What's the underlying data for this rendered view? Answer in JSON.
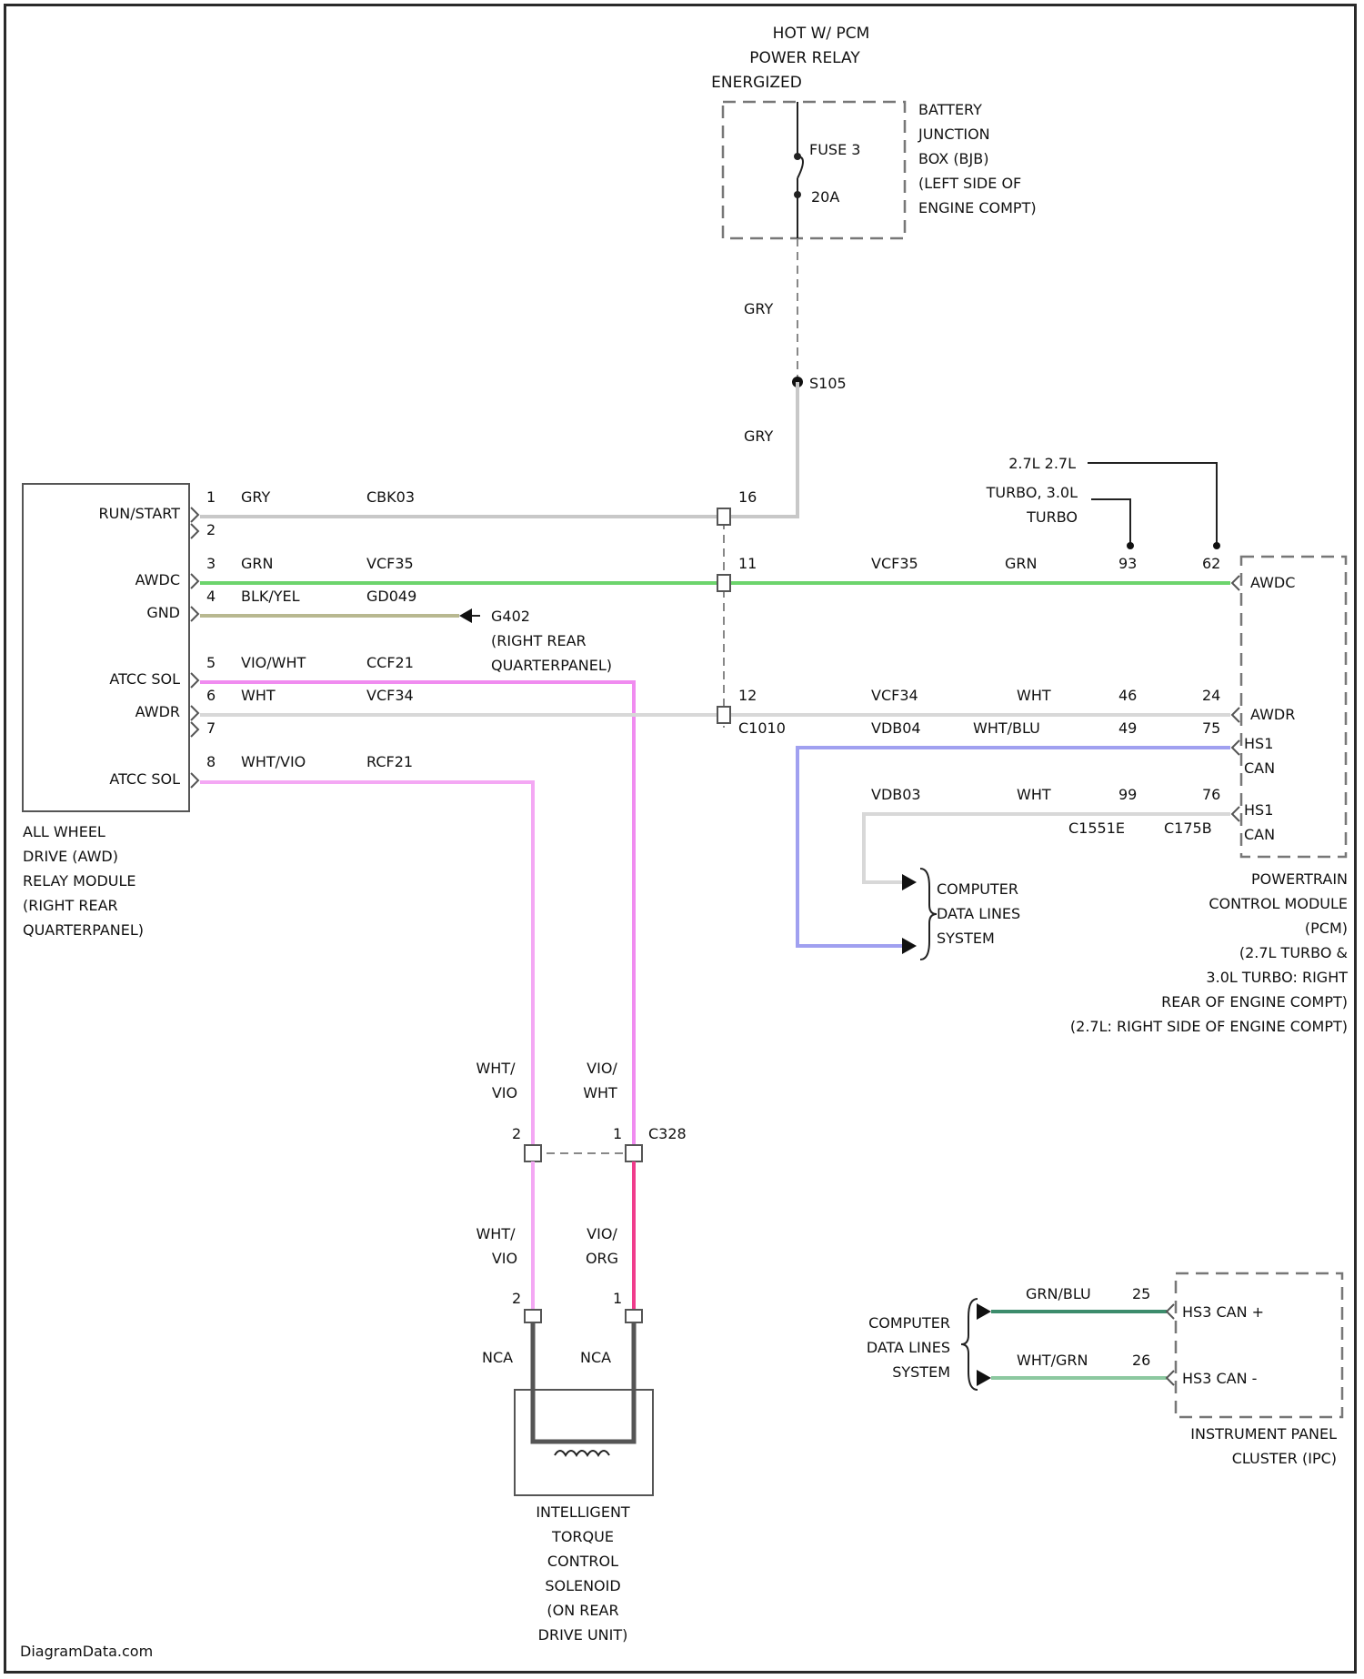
{
  "colors": {
    "gry": "#c8c8c8",
    "grn": "#6cd46c",
    "blk_yel": "#b8b890",
    "vio_wht": "#f08cf0",
    "vio_org": "#f03c8c",
    "wht_vio": "#f4a8f4",
    "wht_blu": "#a0a0f0",
    "wht": "#d8d8d8",
    "grn_blu": "#3c8c6c",
    "wht_grn": "#8cc8a0",
    "solenoid_leg": "#555555"
  },
  "power": {
    "label_lines": [
      "HOT W/ PCM",
      "POWER RELAY",
      "ENERGIZED"
    ],
    "fuse_label": "FUSE 3",
    "fuse_rating": "20A",
    "bjb_lines": [
      "BATTERY",
      "JUNCTION",
      "BOX (BJB)",
      "(LEFT SIDE OF",
      "ENGINE COMPT)"
    ],
    "wire_upper": "GRY",
    "splice": "S105",
    "wire_lower": "GRY"
  },
  "awd_module": {
    "name_lines": [
      "ALL WHEEL",
      "DRIVE (AWD)",
      "RELAY MODULE",
      "(RIGHT REAR",
      "QUARTERPANEL)"
    ],
    "pins": [
      {
        "label": "RUN/START",
        "num": "1",
        "wire": "GRY",
        "circuit": "CBK03"
      },
      {
        "label": "",
        "num": "2",
        "wire": "",
        "circuit": ""
      },
      {
        "label": "AWDC",
        "num": "3",
        "wire": "GRN",
        "circuit": "VCF35"
      },
      {
        "label": "GND",
        "num": "4",
        "wire": "BLK/YEL",
        "circuit": "GD049"
      },
      {
        "label": "ATCC SOL",
        "num": "5",
        "wire": "VIO/WHT",
        "circuit": "CCF21"
      },
      {
        "label": "AWDR",
        "num": "6",
        "wire": "WHT",
        "circuit": "VCF34"
      },
      {
        "label": "",
        "num": "7",
        "wire": "",
        "circuit": ""
      },
      {
        "label": "ATCC SOL",
        "num": "8",
        "wire": "WHT/VIO",
        "circuit": "RCF21"
      }
    ]
  },
  "ground": {
    "name": "G402",
    "location_lines": [
      "(RIGHT REAR",
      "QUARTERPANEL)"
    ]
  },
  "inline_connector": {
    "pin_a": "16",
    "pin_b": "11",
    "pin_c": "12",
    "name": "C1010"
  },
  "pcm_circuits": {
    "awdc": {
      "circuit": "VCF35",
      "wire": "GRN",
      "pin_a": "93",
      "pin_b": "62",
      "label": "AWDC"
    },
    "awdr": {
      "circuit": "VCF34",
      "wire": "WHT",
      "pin_a": "46",
      "pin_b": "24",
      "label": "AWDR"
    },
    "hs1_plus": {
      "circuit": "VDB04",
      "wire": "WHT/BLU",
      "pin_a": "49",
      "pin_b": "75",
      "label_lines": [
        "HS1",
        "CAN"
      ]
    },
    "hs1_minus": {
      "circuit": "VDB03",
      "wire": "WHT",
      "pin_a": "99",
      "pin_b": "76",
      "label_lines": [
        "HS1",
        "CAN"
      ]
    },
    "connectors": [
      "C1551E",
      "C175B"
    ],
    "variant_a": "2.7L 2.7L",
    "variant_b_lines": [
      "TURBO, 3.0L",
      "TURBO"
    ]
  },
  "pcm": {
    "name_lines": [
      "POWERTRAIN",
      "CONTROL MODULE",
      "(PCM)",
      "(2.7L TURBO &",
      "3.0L TURBO: RIGHT",
      "REAR OF ENGINE COMPT)",
      "(2.7L: RIGHT SIDE OF ENGINE COMPT)"
    ]
  },
  "data_lines_1": {
    "lines": [
      "COMPUTER",
      "DATA LINES",
      "SYSTEM"
    ]
  },
  "solenoid_path": {
    "c328": "C328",
    "upper_left_wire": [
      "WHT/",
      "VIO"
    ],
    "upper_right_wire": [
      "VIO/",
      "WHT"
    ],
    "lower_left_wire": [
      "WHT/",
      "VIO"
    ],
    "lower_right_wire": [
      "VIO/",
      "ORG"
    ],
    "pin_left": "2",
    "pin_right": "1",
    "sol_pin_left": "2",
    "sol_pin_right": "1",
    "nca_left": "NCA",
    "nca_right": "NCA",
    "solenoid_lines": [
      "INTELLIGENT",
      "TORQUE",
      "CONTROL",
      "SOLENOID",
      "(ON REAR",
      "DRIVE UNIT)"
    ]
  },
  "ipc": {
    "data_lines": [
      "COMPUTER",
      "DATA LINES",
      "SYSTEM"
    ],
    "wire_plus": "GRN/BLU",
    "pin_plus": "25",
    "label_plus": "HS3 CAN +",
    "wire_minus": "WHT/GRN",
    "pin_minus": "26",
    "label_minus": "HS3 CAN -",
    "name_lines": [
      "INSTRUMENT PANEL",
      "CLUSTER (IPC)"
    ]
  },
  "footer": "DiagramData.com"
}
